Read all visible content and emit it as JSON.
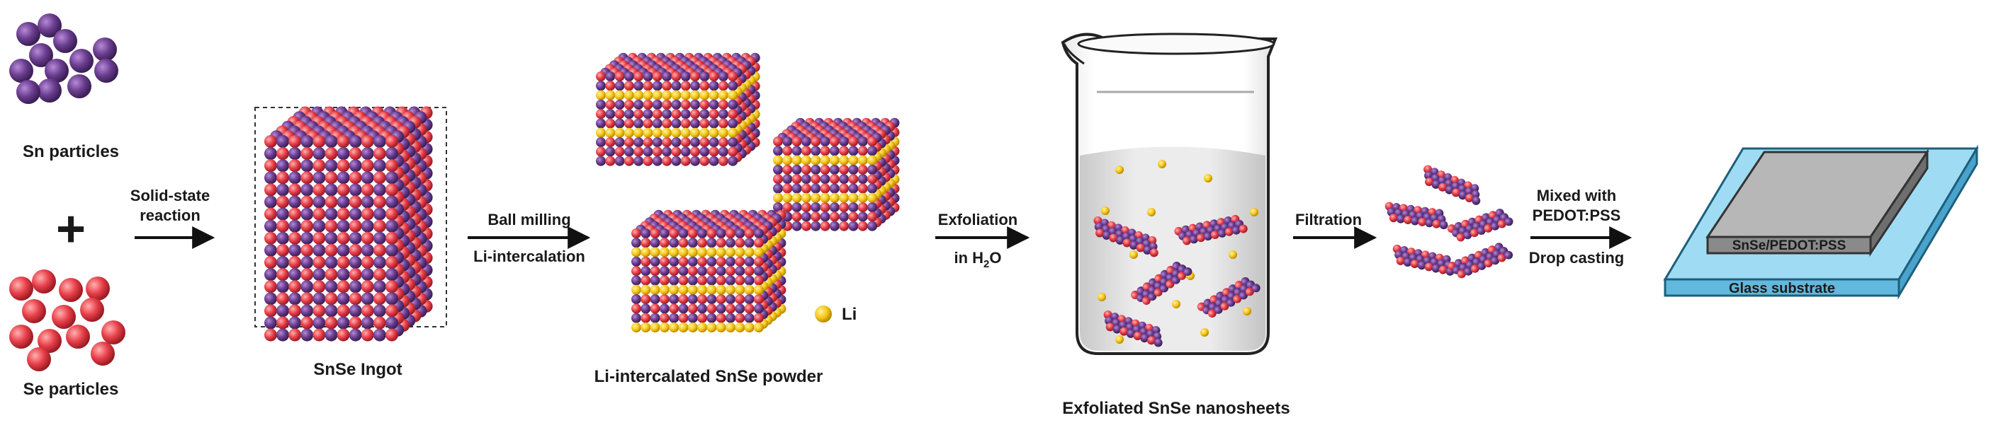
{
  "labels": {
    "sn_particles": "Sn particles",
    "plus": "+",
    "se_particles": "Se particles",
    "ingot": "SnSe Ingot",
    "powder": "Li-intercalated SnSe powder",
    "nanosheets": "Exfoliated SnSe nanosheets",
    "li_legend": "Li",
    "film": "SnSe/PEDOT:PSS",
    "substrate": "Glass substrate"
  },
  "steps": {
    "solid_state_1": "Solid-state",
    "solid_state_2": "reaction",
    "ball_milling": "Ball milling",
    "li_intercalation": "Li-intercalation",
    "exfoliation": "Exfoliation",
    "in_water_prefix": "in H",
    "in_water_sub": "2",
    "in_water_suffix": "O",
    "filtration": "Filtration",
    "mixed_with": "Mixed with",
    "pedot": "PEDOT:PSS",
    "drop_casting": "Drop casting"
  },
  "colors": {
    "sn": "#6a3d8f",
    "se": "#e8404a",
    "li": "#f5c518",
    "glass": "#8ed1ee",
    "film": "#9a9a9a"
  }
}
